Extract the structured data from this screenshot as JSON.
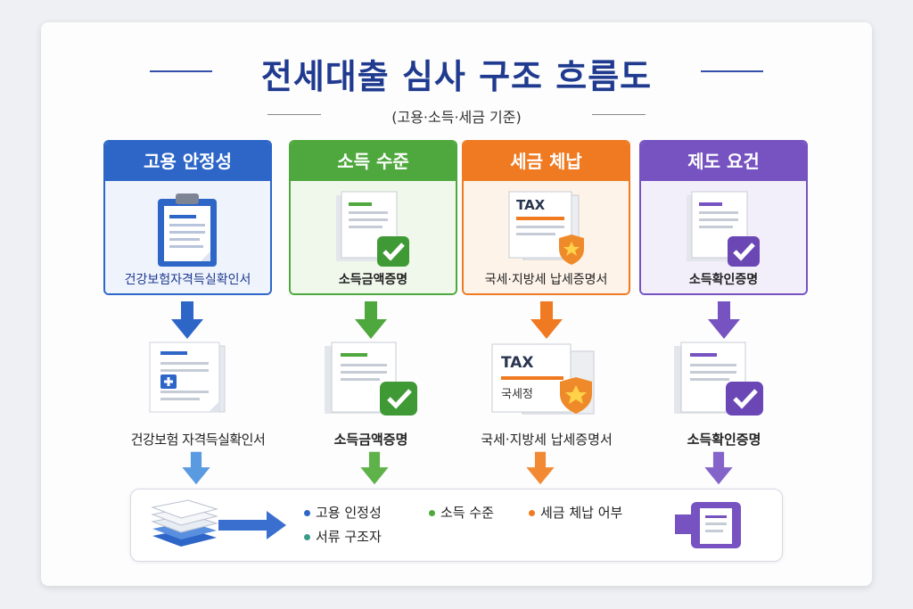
{
  "title": "전세대출 심사 구조 흐름도",
  "subtitle": "(고용·소득·세금 기준)",
  "columns": [
    {
      "header": "고용 안정성",
      "doc_caption": "건강보험자격득실확인서",
      "mid_caption": "건강보험 자격득실확인서",
      "color": "#2e66c8",
      "light": "#e9f0fb",
      "icon": "clipboard-icon",
      "mid_icon": "medical-document-icon"
    },
    {
      "header": "소득 수준",
      "doc_caption": "소득금액증명",
      "mid_caption": "소득금액증명",
      "color": "#4fa83d",
      "light": "#edf7ea",
      "icon": "document-check-icon",
      "mid_icon": "document-check-icon"
    },
    {
      "header": "세금 체납",
      "doc_caption": "국세·지방세 납세증명서",
      "mid_caption": "국세·지방세 납세증명서",
      "color": "#ef7a22",
      "light": "#fdf1e7",
      "icon": "tax-document-icon",
      "mid_icon": "tax-document-icon"
    },
    {
      "header": "제도 요건",
      "doc_caption": "소득확인증명",
      "mid_caption": "소득확인증명",
      "color": "#7653c1",
      "light": "#f1edf9",
      "icon": "document-check-icon",
      "mid_icon": "document-check-icon"
    }
  ],
  "tax_label": "TAX",
  "tax_stamp_label": "국세정",
  "summary": {
    "items": [
      {
        "label": "고용 인정성",
        "color": "#2e66c8"
      },
      {
        "label": "소득 수준",
        "color": "#4fa83d"
      },
      {
        "label": "세금 체납 어부",
        "color": "#ef7a22"
      },
      {
        "label": "서류 구조자",
        "color": "#3a9a8a"
      }
    ]
  }
}
